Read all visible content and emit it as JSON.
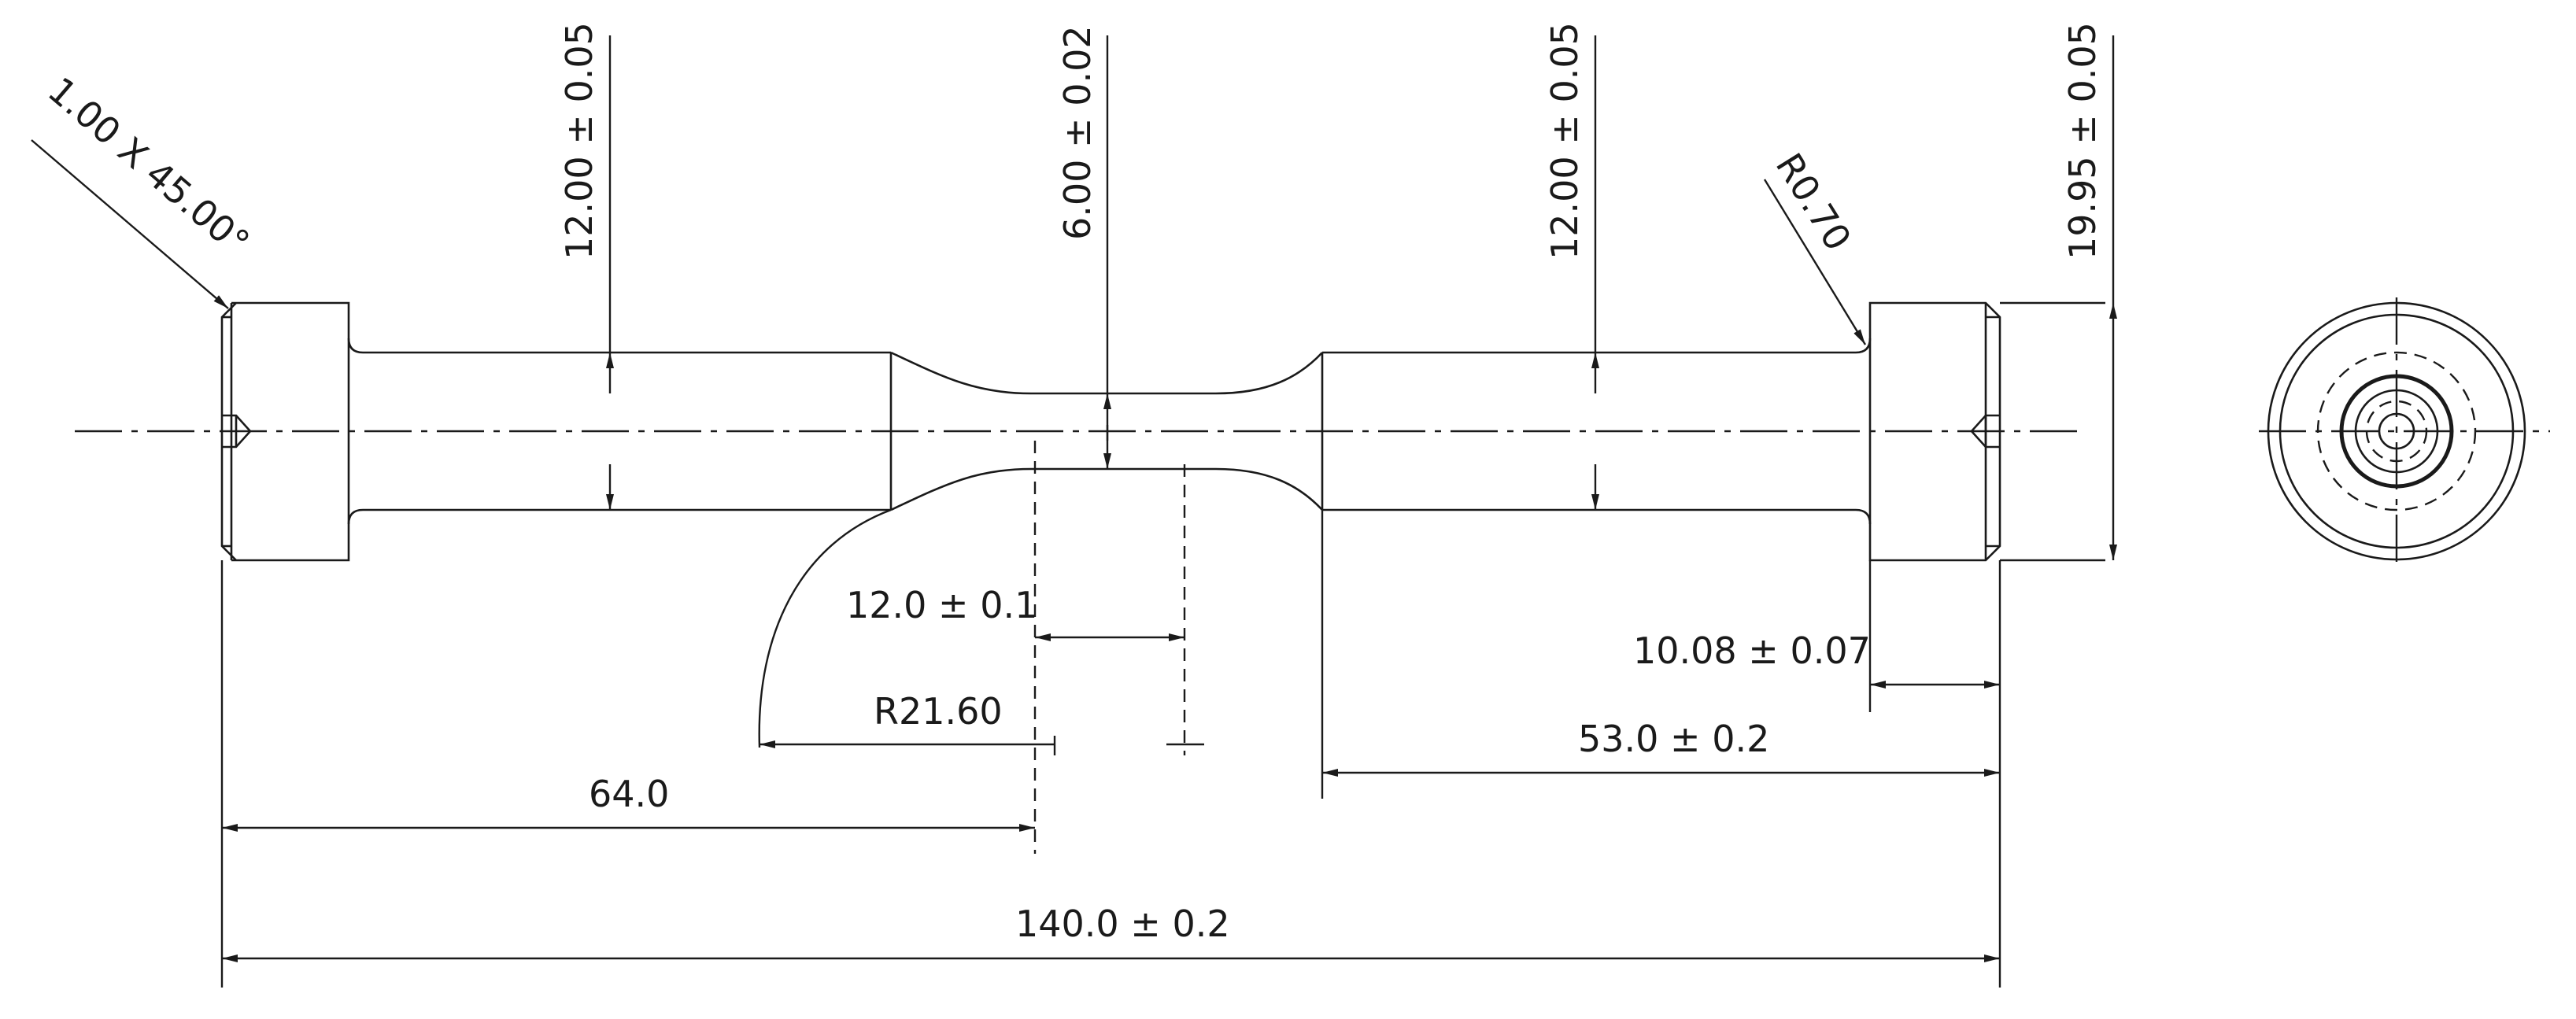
{
  "dimensions": {
    "chamfer": "1.00 X 45.00°",
    "grip_dia_left": "12.00 ± 0.05",
    "gauge_dia": "6.00 ± 0.02",
    "grip_dia_right": "12.00 ± 0.05",
    "fillet": "R0.70",
    "head_dia": "19.95 ± 0.05",
    "gauge_length": "12.0 ± 0.1",
    "transition_radius": "R21.60",
    "left_to_gauge": "64.0",
    "head_width": "10.08 ± 0.07",
    "right_length": "53.0 ± 0.2",
    "overall_length": "140.0 ± 0.2"
  }
}
